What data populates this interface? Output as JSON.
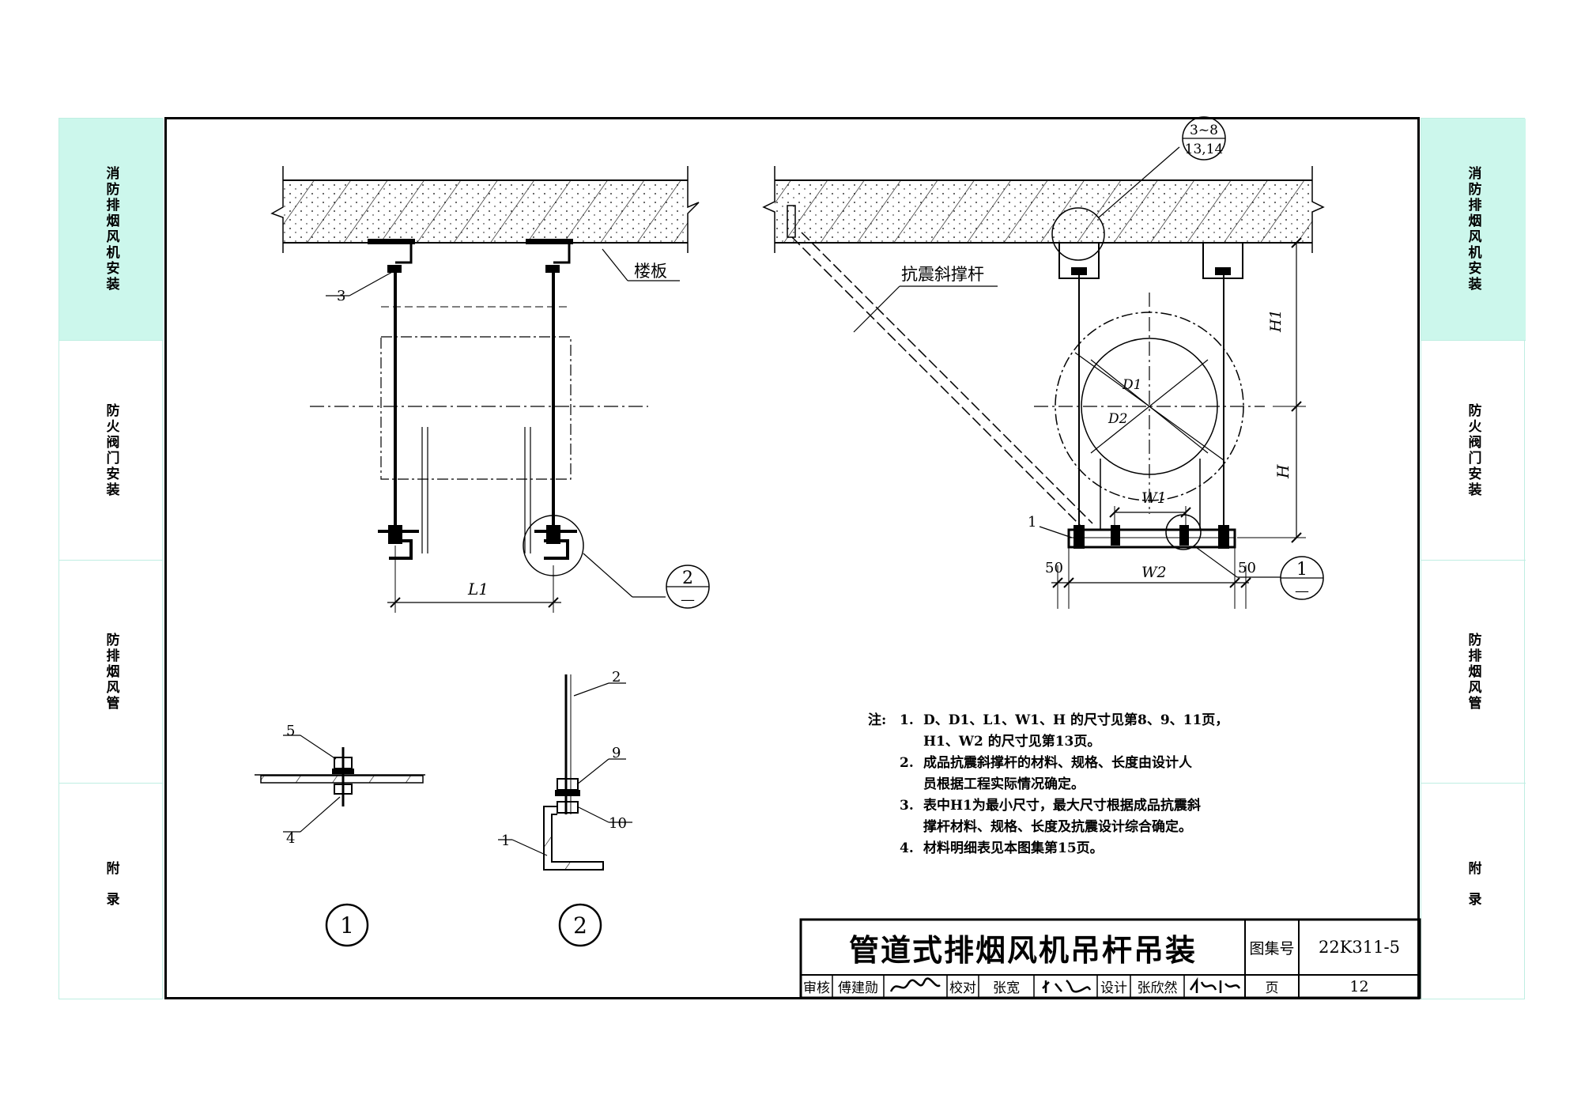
{
  "side_tabs": [
    {
      "label": "消防排烟风机安装",
      "active": true
    },
    {
      "label": "防火阀门安装",
      "active": false
    },
    {
      "label": "防排烟风管",
      "active": false
    },
    {
      "label": "附录",
      "active": false
    }
  ],
  "drawing": {
    "label_floor": "楼板",
    "label_brace": "抗震斜撑杆",
    "callout_top": "3~8",
    "callout_bottom": "13,14",
    "detail_ref_2": "2",
    "detail_ref_1": "1",
    "detail_ref_dash": "—",
    "dim_L1": "L1",
    "dim_W1": "W1",
    "dim_W2": "W2",
    "dim_H1": "H1",
    "dim_H": "H",
    "dim_D1": "D1",
    "dim_D2": "D2",
    "dim_50_left": "50",
    "dim_50_right": "50",
    "part_1": "1",
    "part_2": "2",
    "part_3": "3",
    "part_4": "4",
    "part_5": "5",
    "part_9": "9",
    "part_10": "10",
    "detail_1_label": "1",
    "detail_2_label": "2"
  },
  "notes": {
    "prefix": "注:",
    "items": [
      {
        "num": "1.",
        "lines": [
          "D、D1、L1、W1、H 的尺寸见第8、9、11页，",
          "H1、W2 的尺寸见第13页。"
        ]
      },
      {
        "num": "2.",
        "lines": [
          "成品抗震斜撑杆的材料、规格、长度由设计人",
          "员根据工程实际情况确定。"
        ]
      },
      {
        "num": "3.",
        "lines": [
          "表中H1为最小尺寸，最大尺寸根据成品抗震斜",
          "撑杆材料、规格、长度及抗震设计综合确定。"
        ]
      },
      {
        "num": "4.",
        "lines": [
          "材料明细表见本图集第15页。"
        ]
      }
    ]
  },
  "title_block": {
    "title": "管道式排烟风机吊杆吊装",
    "atlas_label": "图集号",
    "atlas_no": "22K311-5",
    "review_label": "审核",
    "reviewer": "傅建勋",
    "check_label": "校对",
    "checker": "张宽",
    "design_label": "设计",
    "designer": "张欣然",
    "page_label": "页",
    "page_no": "12"
  },
  "colors": {
    "tab_active": "#ccf7ec",
    "tab_border": "#bfeee2",
    "line": "#000000"
  }
}
